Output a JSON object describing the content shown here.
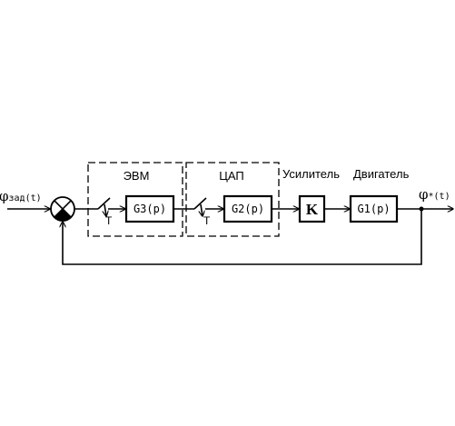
{
  "labels": {
    "input_phi": "φ",
    "input_sub": "зад(t)",
    "output_phi": "φ",
    "output_sub": "*(t)",
    "group_evm": "ЭВМ",
    "group_cap": "ЦАП",
    "amplifier": "Усилитель",
    "motor": "Двигатель"
  },
  "blocks": {
    "g3": "G3(p)",
    "g2": "G2(p)",
    "k": "K",
    "g1": "G1(p)"
  },
  "samplers": {
    "s1_period": "T",
    "s2_period": "T"
  }
}
